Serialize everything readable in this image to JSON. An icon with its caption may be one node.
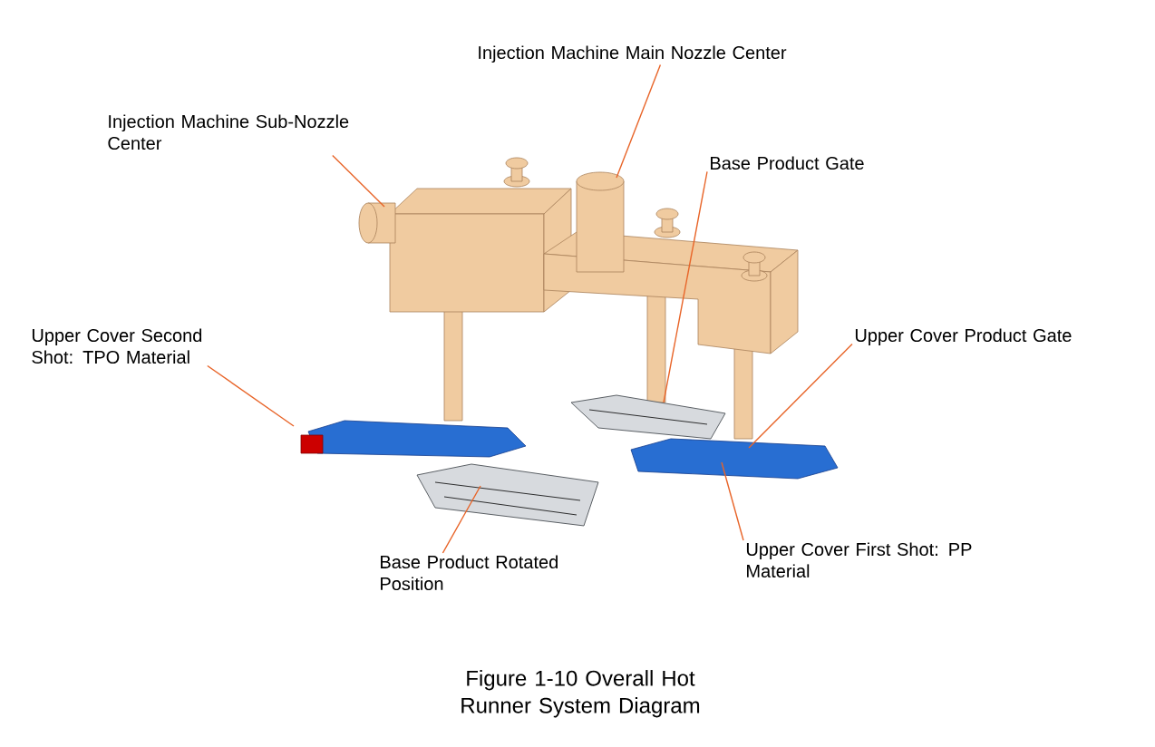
{
  "diagram": {
    "caption": "Figure 1-10 Overall Hot Runner System Diagram",
    "nodes": [
      {
        "text": [
          "Injection Machine Main Nozzle Center"
        ]
      },
      {
        "text": [
          "Injection Machine Sub-Nozzle Center"
        ]
      },
      {
        "text": [
          "Base Product Gate"
        ]
      },
      {
        "text": [
          "Upper Cover Second Shot: TPO Material"
        ]
      },
      {
        "text": [
          "Upper Cover Product Gate"
        ]
      },
      {
        "text": [
          "Base Product Rotated Position"
        ]
      },
      {
        "text": [
          "Upper Cover First Shot: PP Material"
        ]
      }
    ],
    "edges": [
      {
        "from": 0,
        "to": null,
        "arrow": "none"
      },
      {
        "from": 1,
        "to": null,
        "arrow": "none"
      },
      {
        "from": 2,
        "to": null,
        "arrow": "none"
      },
      {
        "from": 3,
        "to": null,
        "arrow": "none"
      },
      {
        "from": 4,
        "to": null,
        "arrow": "none"
      },
      {
        "from": 5,
        "to": null,
        "arrow": "none"
      },
      {
        "from": 6,
        "to": null,
        "arrow": "none"
      }
    ]
  }
}
